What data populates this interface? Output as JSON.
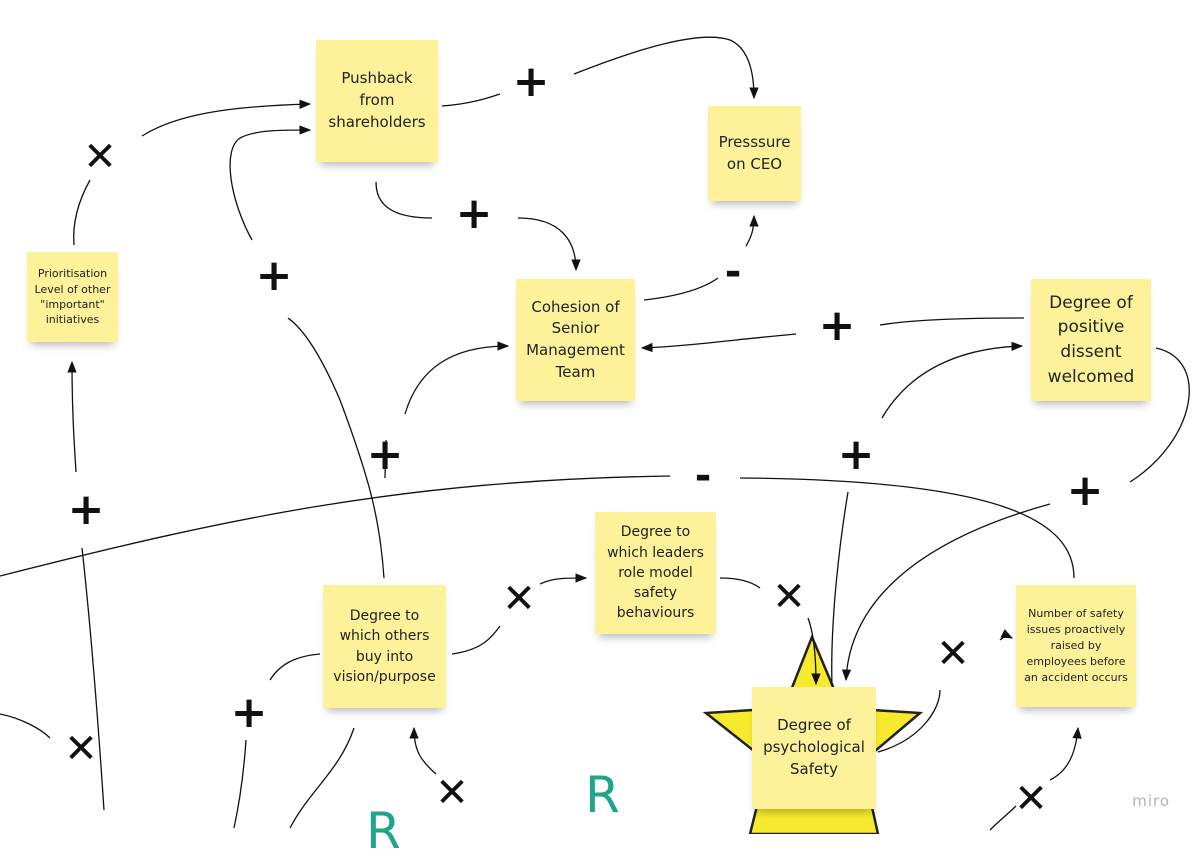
{
  "notes": {
    "pushback": "Pushback from shareholders",
    "pressure": "Presssure on CEO",
    "prioritisation": "Prioritisation Level of other \"important\" initiatives",
    "cohesion": "Cohesion of Senior Management Team",
    "dissent": "Degree of positive dissent welcomed",
    "leaders": "Degree to which leaders role model safety behaviours",
    "buyin": "Degree to which others buy into vision/purpose",
    "safety_issues": "Number of safety issues proactively raised by employees before an accident occurs",
    "psych_safety": "Degree of psychological Safety"
  },
  "signs": {
    "plus": "+",
    "minus": "-",
    "cross": "✕"
  },
  "loops": {
    "r1": "R",
    "r2": "R"
  },
  "brand": "miro",
  "colors": {
    "note": "#fdf29a",
    "star": "#f7ea2e",
    "loop_label": "#1ea58a"
  }
}
